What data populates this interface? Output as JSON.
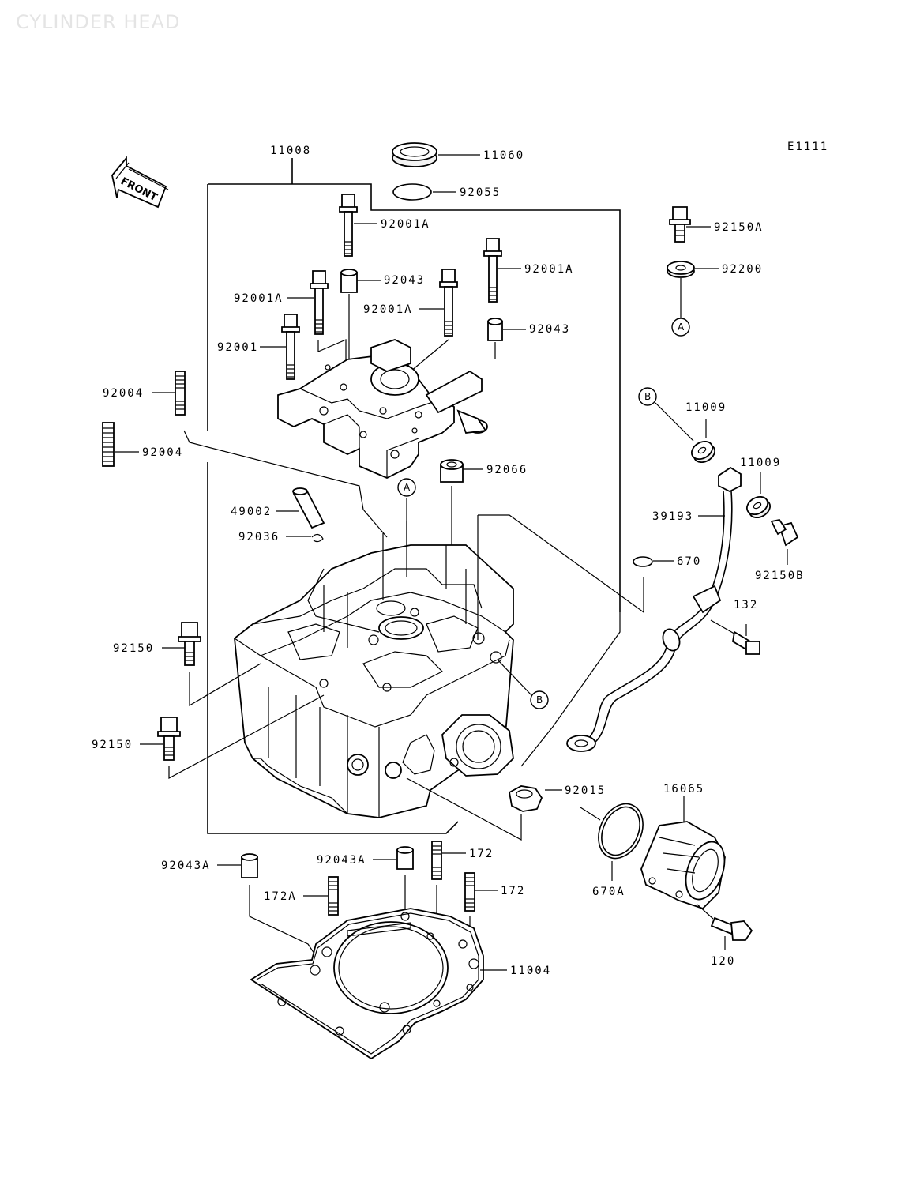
{
  "title": "CYLINDER HEAD",
  "figure_code": "E1111",
  "front_arrow_label": "FRONT",
  "callouts": {
    "c11008": "11008",
    "c11060": "11060",
    "c92055": "92055",
    "c92001A_top": "92001A",
    "c92001A_right": "92001A",
    "c92001A_left": "92001A",
    "c92001A_mid": "92001A",
    "c92043_a": "92043",
    "c92043_b": "92043",
    "c92001": "92001",
    "c92004_a": "92004",
    "c92004_b": "92004",
    "c92066": "92066",
    "c49002": "49002",
    "c92036": "92036",
    "c92150A": "92150A",
    "c92200": "92200",
    "c11009_a": "11009",
    "c11009_b": "11009",
    "c39193": "39193",
    "c92150B": "92150B",
    "c670": "670",
    "c132": "132",
    "c92150_a": "92150",
    "c92150_b": "92150",
    "c92015": "92015",
    "c16065": "16065",
    "c670A": "670A",
    "c120": "120",
    "c92043A_a": "92043A",
    "c92043A_b": "92043A",
    "c172_a": "172",
    "c172_b": "172",
    "c172A": "172A",
    "c11004": "11004"
  },
  "ref_markers": {
    "A_upper": "A",
    "A_head": "A",
    "B_right": "B",
    "B_head": "B"
  }
}
